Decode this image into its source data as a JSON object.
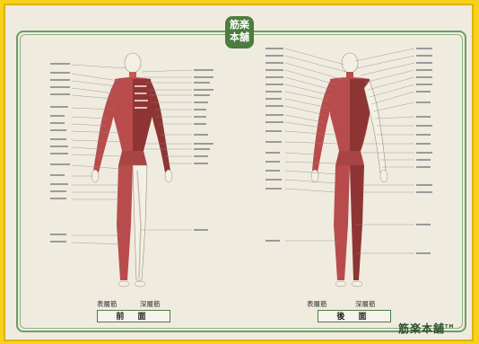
{
  "logo": {
    "line1": "筋楽",
    "line2": "本舗"
  },
  "front": {
    "label_surface": "表層筋",
    "label_deep": "深層筋",
    "view_button": "前 面"
  },
  "back": {
    "label_surface": "表層筋",
    "label_deep": "深層筋",
    "view_button": "後 面"
  },
  "brand": {
    "text": "筋楽本舗",
    "mark": "TM"
  },
  "colors": {
    "frame": "#f7d21b",
    "paper": "#f0ebdf",
    "border": "#6a9e62",
    "muscle": "#b84c4c",
    "skeleton": "#f5f0e6"
  }
}
